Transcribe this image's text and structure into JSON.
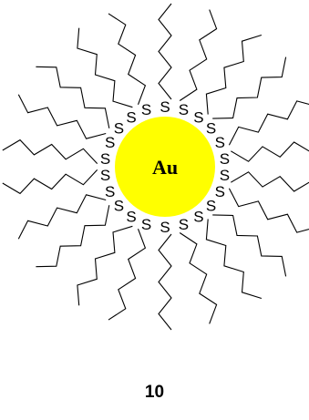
{
  "core": {
    "label": "Au",
    "color": "#ffff00"
  },
  "atom_label": "S",
  "compound_number": "10"
}
